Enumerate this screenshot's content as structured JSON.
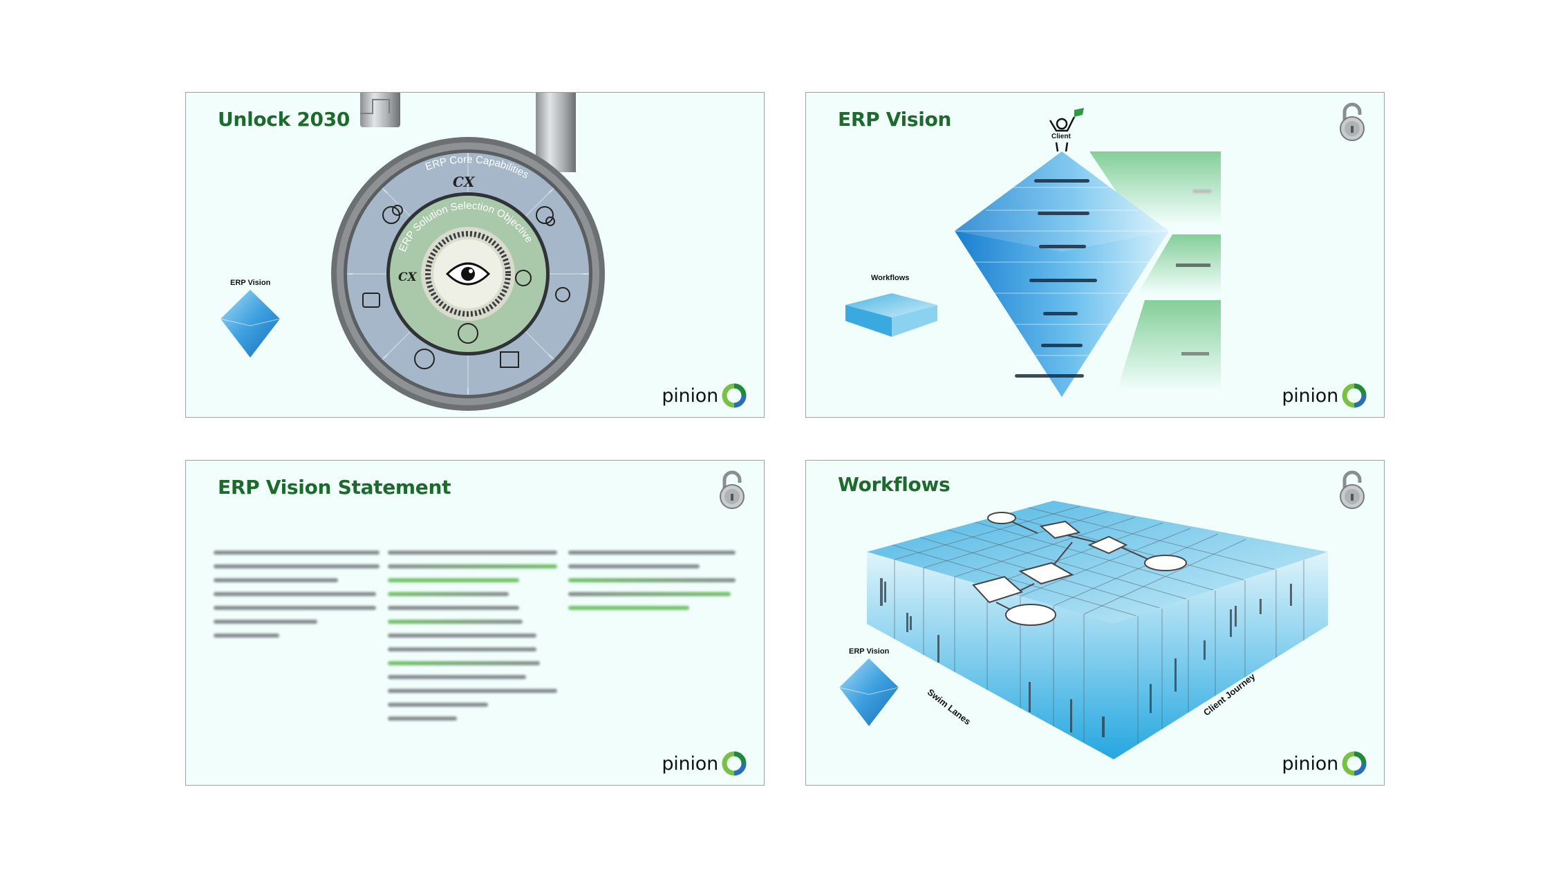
{
  "slides": {
    "unlock": {
      "title": "Unlock 2030",
      "erp_vision_label": "ERP Vision",
      "outer_ring_label": "ERP Core Capabilities",
      "inner_ring_label": "ERP Solution Selection Objectives",
      "cx_top": "CX",
      "cx_left": "CX"
    },
    "erp_vision": {
      "title": "ERP Vision",
      "client_label": "Client",
      "workflows_label": "Workflows"
    },
    "statement": {
      "title": "ERP Vision Statement"
    },
    "workflows": {
      "title": "Workflows",
      "erp_vision_label": "ERP Vision",
      "swim_lanes_label": "Swim Lanes",
      "client_journey_label": "Client Journey"
    }
  },
  "brand": {
    "logo_text": "pinion",
    "green": "#1c6b2c",
    "blue": "#2a8fd6"
  }
}
